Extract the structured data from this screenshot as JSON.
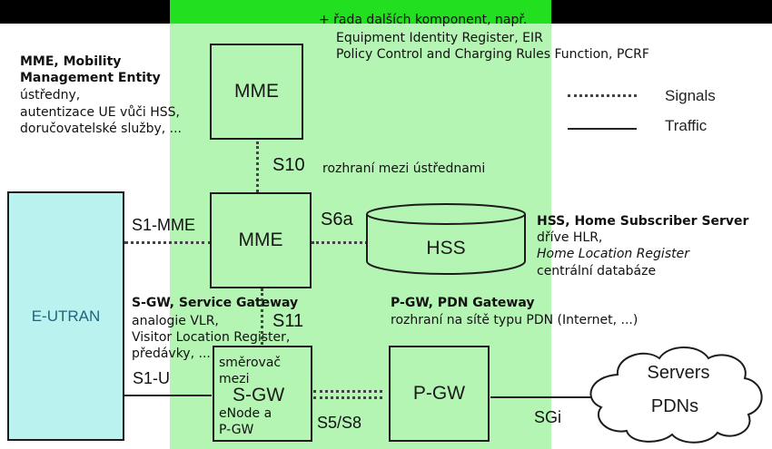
{
  "boxes": {
    "mme_top": "MME",
    "mme_mid": "MME",
    "hss": "HSS",
    "sgw": "S-GW",
    "pgw": "P-GW",
    "eutran": "E-UTRAN",
    "servers_line1": "Servers",
    "servers_line2": "PDNs"
  },
  "interfaces": {
    "s10": "S10",
    "s1_mme": "S1-MME",
    "s6a": "S6a",
    "s11": "S11",
    "s1_u": "S1-U",
    "s5_s8": "S5/S8",
    "sgi": "SGi"
  },
  "legend": {
    "signals": "Signals",
    "traffic": "Traffic"
  },
  "notes": {
    "top": {
      "line1": "+ řada dalších komponent, např.",
      "line2": "Equipment Identity Register, EIR",
      "line3": "Policy Control and Charging Rules Function, PCRF"
    },
    "mme": {
      "title1": "MME, Mobility",
      "title2": "Management Entity",
      "line1": "ústředny,",
      "line2": "autentizace UE vůči HSS,",
      "line3": "doručovatelské služby, ..."
    },
    "s10_desc": "rozhraní mezi ústřednami",
    "hss": {
      "title": "HSS, Home Subscriber Server",
      "line1": "dříve HLR,",
      "line2": "Home Location Register",
      "line3": "centrální databáze"
    },
    "sgw": {
      "title": "S-GW, Service Gateway",
      "line1": "analogie VLR,",
      "line2": "Visitor Location Register,",
      "line3": "předávky, ..."
    },
    "pgw": {
      "title": "P-GW, PDN Gateway",
      "line1": "rozhraní na sítě typu PDN (Internet, ...)"
    },
    "router": {
      "line1": "směrovač",
      "line2": "mezi",
      "line3": "eNode a",
      "line4": "P-GW"
    }
  }
}
